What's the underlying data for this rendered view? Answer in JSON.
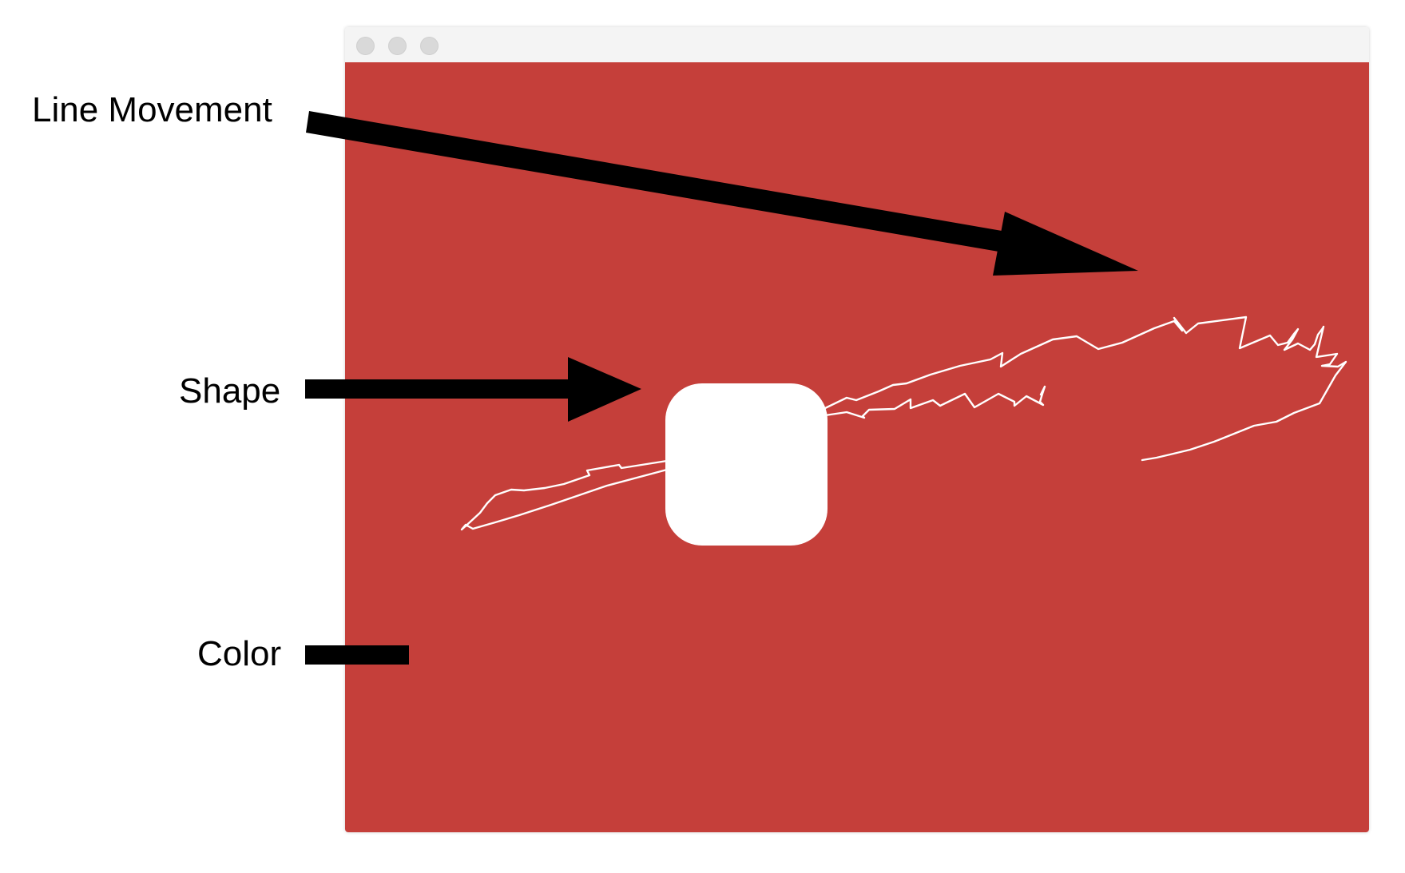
{
  "labels": {
    "line_movement": "Line Movement",
    "shape": "Shape",
    "color": "Color"
  },
  "window": {
    "canvas_color": "#c53f3a",
    "shape_color": "#ffffff",
    "line_color": "#ffffff",
    "arrow_color": "#000000"
  }
}
